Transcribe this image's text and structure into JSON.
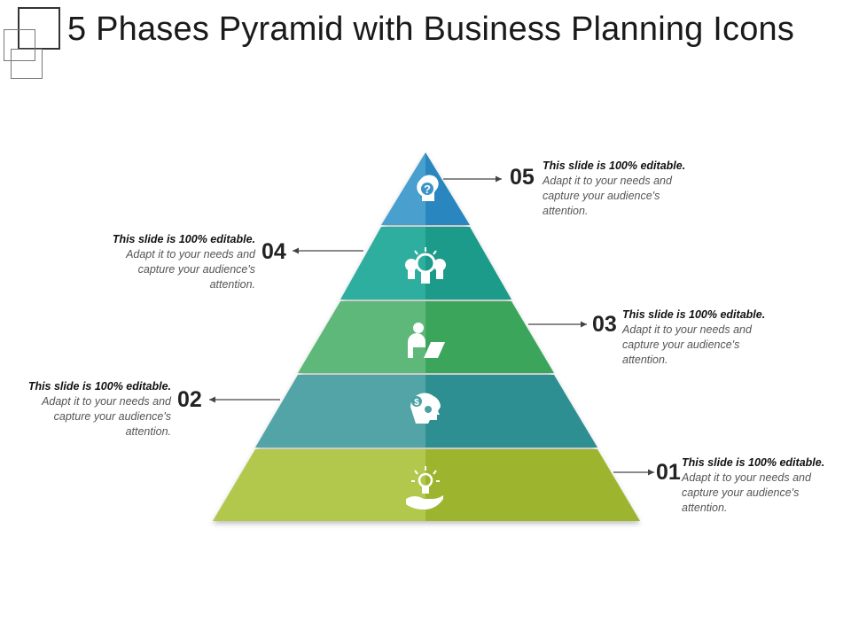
{
  "title": "5 Phases Pyramid with Business Planning Icons",
  "colors": {
    "level5": [
      "#4a9fce",
      "#2a86bf"
    ],
    "level4": [
      "#2fae9e",
      "#1f9a8a"
    ],
    "level3": [
      "#5db879",
      "#3ba55c"
    ],
    "level2": [
      "#52a4a6",
      "#2f8f92"
    ],
    "level1": [
      "#b1c84e",
      "#9db52f"
    ],
    "arrow": "#444444"
  },
  "levels": [
    {
      "number": "05",
      "icon": "question-head-icon",
      "heading": "This slide is 100% editable.",
      "body": "Adapt it to your needs and capture your audience's attention."
    },
    {
      "number": "04",
      "icon": "lightbulbs-icon",
      "heading": "This slide is 100% editable.",
      "body": "Adapt it to your needs and capture your audience's attention."
    },
    {
      "number": "03",
      "icon": "businessman-laptop-icon",
      "heading": "This slide is 100% editable.",
      "body": "Adapt it to your needs and capture your audience's attention."
    },
    {
      "number": "02",
      "icon": "head-gears-icon",
      "heading": "This slide is 100% editable.",
      "body": "Adapt it to your needs and capture your audience's attention."
    },
    {
      "number": "01",
      "icon": "hand-lightbulb-icon",
      "heading": "This slide is 100% editable.",
      "body": "Adapt it to your needs and capture your audience's attention."
    }
  ]
}
